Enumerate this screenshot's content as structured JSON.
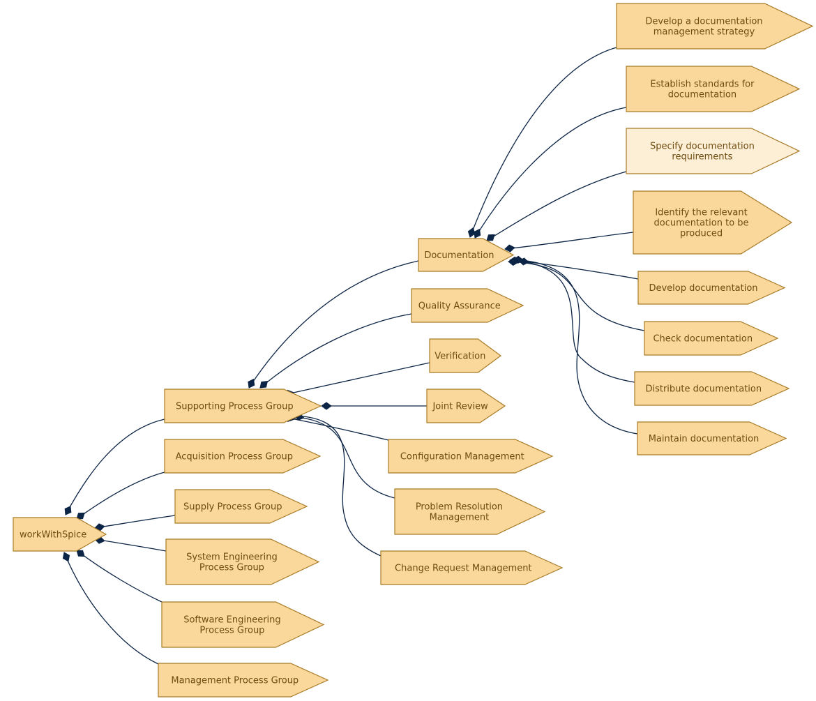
{
  "diagram": {
    "nodes": [
      {
        "id": "workWithSpice",
        "lines": [
          "workWithSpice"
        ]
      },
      {
        "id": "supporting",
        "lines": [
          "Supporting Process Group"
        ]
      },
      {
        "id": "acquisition",
        "lines": [
          "Acquisition Process Group"
        ]
      },
      {
        "id": "supply",
        "lines": [
          "Supply Process Group"
        ]
      },
      {
        "id": "syseng",
        "lines": [
          "System Engineering",
          "Process Group"
        ]
      },
      {
        "id": "sweng",
        "lines": [
          "Software Engineering",
          "Process Group"
        ]
      },
      {
        "id": "management",
        "lines": [
          "Management Process Group"
        ]
      },
      {
        "id": "documentation",
        "lines": [
          "Documentation"
        ]
      },
      {
        "id": "qa",
        "lines": [
          "Quality Assurance"
        ]
      },
      {
        "id": "verification",
        "lines": [
          "Verification"
        ]
      },
      {
        "id": "jointreview",
        "lines": [
          "Joint Review"
        ]
      },
      {
        "id": "configmgmt",
        "lines": [
          "Configuration Management"
        ]
      },
      {
        "id": "problemres",
        "lines": [
          "Problem Resolution",
          "Management"
        ]
      },
      {
        "id": "changereq",
        "lines": [
          "Change Request Management"
        ]
      },
      {
        "id": "devstrategy",
        "lines": [
          "Develop a documentation",
          "management strategy"
        ]
      },
      {
        "id": "standards",
        "lines": [
          "Establish standards for",
          "documentation"
        ]
      },
      {
        "id": "specify",
        "lines": [
          "Specify documentation",
          "requirements"
        ],
        "highlight": true
      },
      {
        "id": "identify",
        "lines": [
          "Identify the relevant",
          "documentation to be",
          "produced"
        ]
      },
      {
        "id": "devdoc",
        "lines": [
          "Develop documentation"
        ]
      },
      {
        "id": "checkdoc",
        "lines": [
          "Check documentation"
        ]
      },
      {
        "id": "distdoc",
        "lines": [
          "Distribute documentation"
        ]
      },
      {
        "id": "maintdoc",
        "lines": [
          "Maintain documentation"
        ]
      }
    ],
    "edges": [
      {
        "from": "workWithSpice",
        "to": "supporting"
      },
      {
        "from": "workWithSpice",
        "to": "acquisition"
      },
      {
        "from": "workWithSpice",
        "to": "supply"
      },
      {
        "from": "workWithSpice",
        "to": "syseng"
      },
      {
        "from": "workWithSpice",
        "to": "sweng"
      },
      {
        "from": "workWithSpice",
        "to": "management"
      },
      {
        "from": "supporting",
        "to": "documentation"
      },
      {
        "from": "supporting",
        "to": "qa"
      },
      {
        "from": "supporting",
        "to": "verification"
      },
      {
        "from": "supporting",
        "to": "jointreview"
      },
      {
        "from": "supporting",
        "to": "configmgmt"
      },
      {
        "from": "supporting",
        "to": "problemres"
      },
      {
        "from": "supporting",
        "to": "changereq"
      },
      {
        "from": "documentation",
        "to": "devstrategy"
      },
      {
        "from": "documentation",
        "to": "standards"
      },
      {
        "from": "documentation",
        "to": "specify"
      },
      {
        "from": "documentation",
        "to": "identify"
      },
      {
        "from": "documentation",
        "to": "devdoc"
      },
      {
        "from": "documentation",
        "to": "checkdoc"
      },
      {
        "from": "documentation",
        "to": "distdoc"
      },
      {
        "from": "documentation",
        "to": "maintdoc"
      }
    ]
  }
}
